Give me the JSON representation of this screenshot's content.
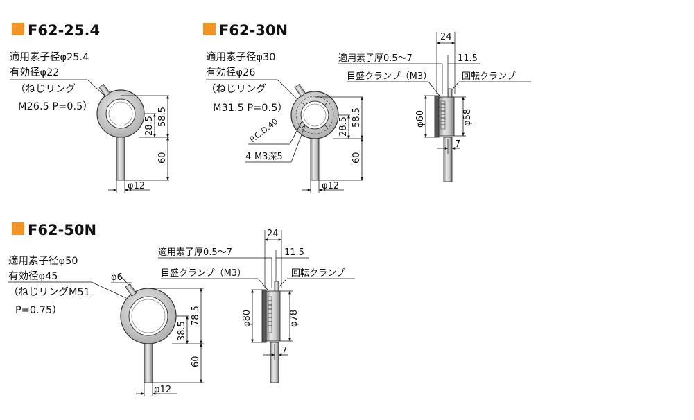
{
  "accent_color": "#f39322",
  "parts": {
    "f62_25_4": {
      "title": "F62-25.4",
      "spec": [
        "適用素子径φ25.4",
        "有効径φ22",
        "（ねじリング",
        "M26.5 P=0.5）"
      ],
      "dims": {
        "height_total": "58.5",
        "height_center": "28.5",
        "post_len": "60",
        "post_dia": "φ12"
      }
    },
    "f62_30n": {
      "title": "F62-30N",
      "spec": [
        "適用素子径φ30",
        "有効径φ26",
        "（ねじリング",
        "M31.5 P=0.5）"
      ],
      "pcd": "P.C.D.40",
      "holes": "4-M3深5",
      "dims": {
        "height_total": "58.5",
        "height_center": "28.5",
        "post_len": "60",
        "post_dia": "φ12"
      }
    },
    "f62_30n_side": {
      "width": "24",
      "thickness": "適用素子厚0.5〜7",
      "offset": "11.5",
      "clamp_scale": "目盛クランプ（M3）",
      "clamp_rot": "回転クランプ",
      "outer_dia": "φ60",
      "inner_dia": "φ58",
      "post_off": "7"
    },
    "f62_50n": {
      "title": "F62-50N",
      "spec": [
        "適用素子径φ50",
        "有効径φ45",
        "（ねじリングM51",
        "P=0.75）"
      ],
      "screw": "φ6",
      "dims": {
        "height_total": "78.5",
        "height_center": "38.5",
        "post_len": "60",
        "post_dia": "φ12"
      }
    },
    "f62_50n_side": {
      "width": "24",
      "thickness": "適用素子厚0.5〜7",
      "offset": "11.5",
      "clamp_scale": "目盛クランプ（M3）",
      "clamp_rot": "回転クランプ",
      "outer_dia": "φ80",
      "inner_dia": "φ78",
      "post_off": "7"
    }
  }
}
